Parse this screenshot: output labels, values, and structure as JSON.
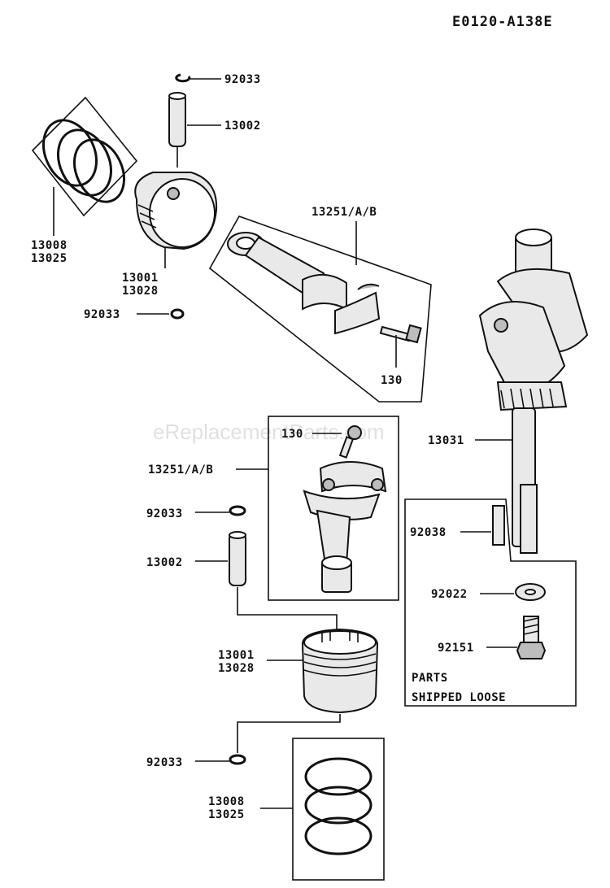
{
  "diagram_code": "E0120-A138E",
  "watermark": "eReplacementParts.com",
  "callouts": {
    "retainer_top": "92033",
    "pin_top": "13002",
    "rings_top": [
      "13008",
      "13025"
    ],
    "piston_top": [
      "13001",
      "13028"
    ],
    "retainer_mid": "92033",
    "rod_top": "13251/A/B",
    "bolt_top": "130",
    "crankshaft": "13031",
    "bolt_mid": "130",
    "rod_mid": "13251/A/B",
    "retainer_lower": "92033",
    "pin_lower": "13002",
    "key": "92038",
    "washer": "92022",
    "bolt_crank": "92151",
    "piston_lower": [
      "13001",
      "13028"
    ],
    "retainer_bottom": "92033",
    "rings_bottom": [
      "13008",
      "13025"
    ]
  },
  "parts_note": [
    "PARTS",
    "SHIPPED LOOSE"
  ]
}
